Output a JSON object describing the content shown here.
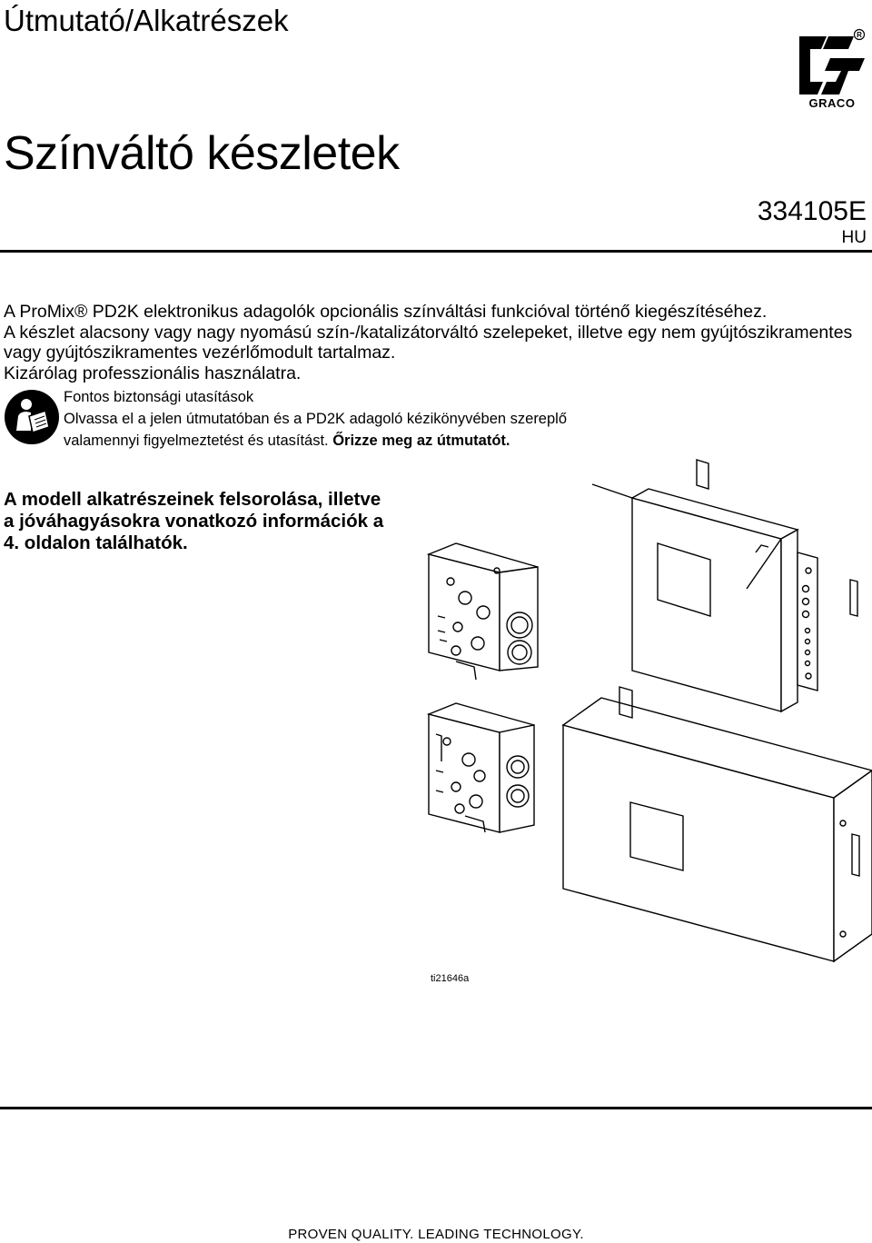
{
  "header": {
    "doc_type": "Útmutató/Alkatrészek",
    "brand": "GRACO"
  },
  "title": "Színváltó készletek",
  "doc_number": "334105E",
  "language": "HU",
  "intro": [
    "A ProMix® PD2K elektronikus adagolók opcionális színváltási funkcióval történő kiegészítéséhez.",
    "A készlet alacsony vagy nagy nyomású szín-/katalizátorváltó szelepeket, illetve egy nem gyújtószikramentes vagy gyújtószikramentes vezérlőmodult tartalmaz.",
    "Kizárólag professzionális használatra."
  ],
  "safety": {
    "heading": "Fontos biztonsági utasítások",
    "text": "Olvassa el a jelen útmutatóban és a PD2K adagoló kézikönyvében szereplő valamennyi figyelmeztetést és utasítást. ",
    "emphasis": "Őrizze meg az útmutatót."
  },
  "model_reference": "A modell alkatrészeinek felsorolása, illetve a jóváhagyásokra vonatkozó információk a 4. oldalon találhatók.",
  "figure_ref": "ti21646a",
  "footer": "PROVEN QUALITY. LEADING TECHNOLOGY.",
  "icons": [
    "graco-logo-icon",
    "read-manual-icon"
  ]
}
